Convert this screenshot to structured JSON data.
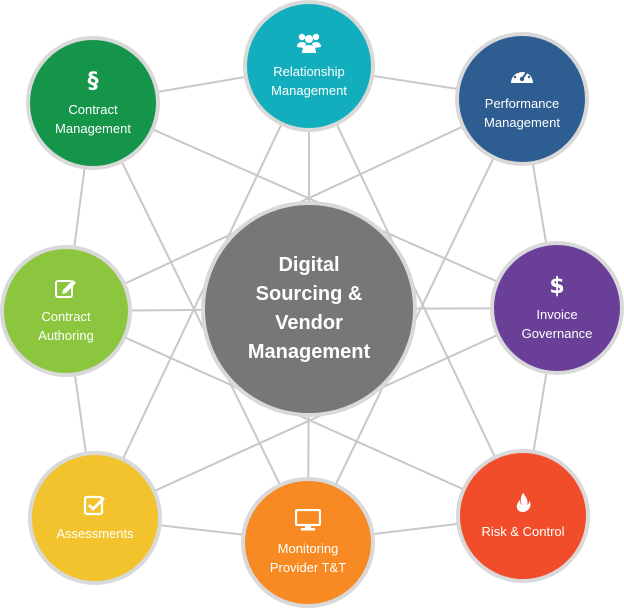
{
  "colors": {
    "connector": "#c8c8c8",
    "center": "#757778",
    "relationship": "#12aebe",
    "contract_management": "#14954a",
    "performance": "#2d5d91",
    "contract_authoring": "#8cc63f",
    "invoice": "#6a3f98",
    "assessments": "#f2c32c",
    "monitoring": "#f78a22",
    "risk": "#f24d2a"
  },
  "center": {
    "label": "Digital\nSourcing &\nVendor\nManagement"
  },
  "nodes": {
    "relationship": {
      "label": "Relationship\nManagement",
      "icon": "people-group-icon"
    },
    "contract_management": {
      "label": "Contract\nManagement",
      "icon": "section-sign-icon"
    },
    "performance": {
      "label": "Performance\nManagement",
      "icon": "gauge-icon"
    },
    "contract_authoring": {
      "label": "Contract\nAuthoring",
      "icon": "pencil-edit-icon"
    },
    "invoice": {
      "label": "Invoice\nGovernance",
      "icon": "dollar-icon"
    },
    "assessments": {
      "label": "Assessments",
      "icon": "checkbox-icon"
    },
    "monitoring": {
      "label": "Monitoring\nProvider T&T",
      "icon": "monitor-icon"
    },
    "risk": {
      "label": "Risk & Control",
      "icon": "flame-icon"
    }
  }
}
